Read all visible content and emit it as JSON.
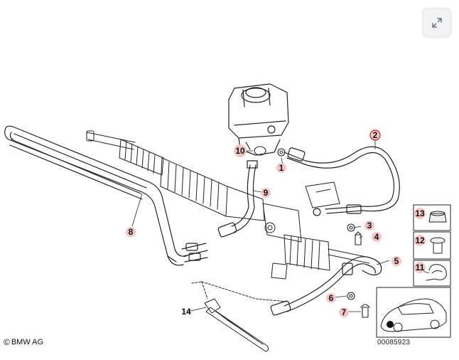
{
  "toolbar": {
    "expand_icon": "expand-arrows-icon"
  },
  "callouts": [
    {
      "id": "c1",
      "label": "1"
    },
    {
      "id": "c2",
      "label": "2"
    },
    {
      "id": "c3",
      "label": "3"
    },
    {
      "id": "c4",
      "label": "4"
    },
    {
      "id": "c5",
      "label": "5"
    },
    {
      "id": "c6",
      "label": "6"
    },
    {
      "id": "c7",
      "label": "7"
    },
    {
      "id": "c8",
      "label": "8"
    },
    {
      "id": "c9",
      "label": "9"
    },
    {
      "id": "c10",
      "label": "10"
    },
    {
      "id": "c11",
      "label": "11"
    },
    {
      "id": "c12",
      "label": "12"
    },
    {
      "id": "c13",
      "label": "13"
    },
    {
      "id": "c14",
      "label": "14"
    }
  ],
  "highlight_color": "#f3c6c6",
  "selected_callout_color": "#cc2222",
  "footer": {
    "copyright_symbol": "©",
    "brand": "BMW AG",
    "reference_number": "00085923"
  }
}
